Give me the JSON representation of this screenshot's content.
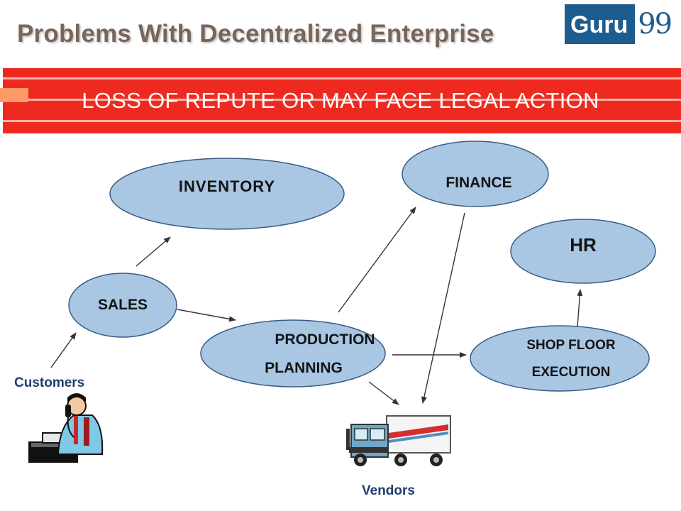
{
  "title": "Problems With Decentralized Enterprise",
  "logo": {
    "word": "Guru",
    "number": "99"
  },
  "banner": {
    "text": "LOSS OF REPUTE OR MAY FACE LEGAL ACTION"
  },
  "nodes": {
    "inventory": "INVENTORY",
    "finance": "FINANCE",
    "hr": "HR",
    "sales": "SALES",
    "production_line1": "PRODUCTION",
    "production_line2": "PLANNING",
    "shopfloor_line1": "SHOP FLOOR",
    "shopfloor_line2": "EXECUTION"
  },
  "captions": {
    "customers": "Customers",
    "vendors": "Vendors"
  },
  "colors": {
    "ellipse_fill": "#a9c6e3",
    "ellipse_stroke": "#3a5d86",
    "banner_red": "#ee2a20",
    "logo_blue": "#1d5c8f",
    "title": "#77665c"
  },
  "icons": {
    "customer": "person-on-phone-icon",
    "vendor": "truck-icon"
  }
}
